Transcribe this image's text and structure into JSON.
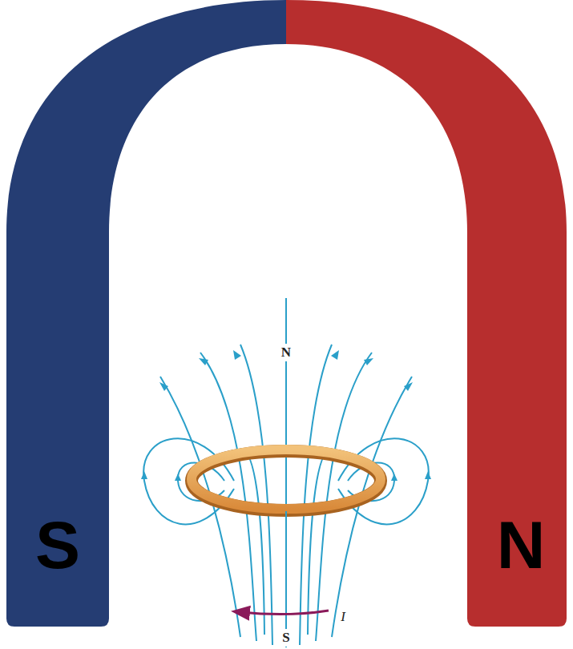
{
  "diagram": {
    "labels": [
      "N",
      "S",
      "N",
      "I",
      "S"
    ]
  }
}
